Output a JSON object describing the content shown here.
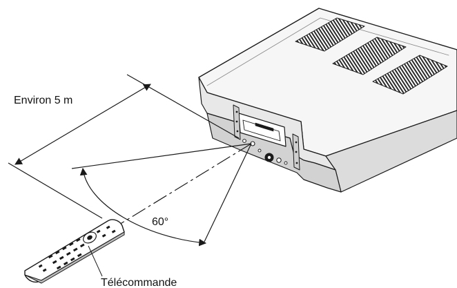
{
  "labels": {
    "distance": "Environ 5 m",
    "angle": "60°",
    "remote": "Télécommande"
  },
  "colors": {
    "line": "#1a1a1a",
    "device_top": "#f4f4f4",
    "device_front": "#e6e6e6",
    "device_side": "#d6d6d6",
    "vent": "#2a2a2a"
  }
}
